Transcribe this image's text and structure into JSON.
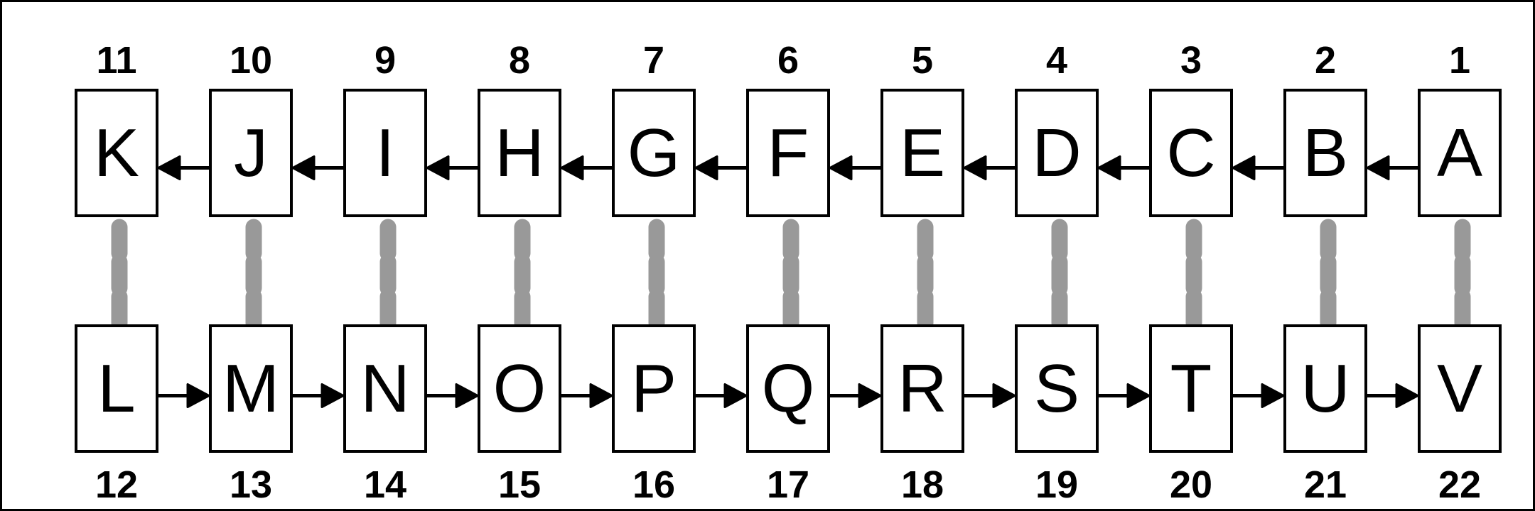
{
  "top_row": [
    {
      "letter": "K",
      "number": "11"
    },
    {
      "letter": "J",
      "number": "10"
    },
    {
      "letter": "I",
      "number": "9"
    },
    {
      "letter": "H",
      "number": "8"
    },
    {
      "letter": "G",
      "number": "7"
    },
    {
      "letter": "F",
      "number": "6"
    },
    {
      "letter": "E",
      "number": "5"
    },
    {
      "letter": "D",
      "number": "4"
    },
    {
      "letter": "C",
      "number": "3"
    },
    {
      "letter": "B",
      "number": "2"
    },
    {
      "letter": "A",
      "number": "1"
    }
  ],
  "bottom_row": [
    {
      "letter": "L",
      "number": "12"
    },
    {
      "letter": "M",
      "number": "13"
    },
    {
      "letter": "N",
      "number": "14"
    },
    {
      "letter": "O",
      "number": "15"
    },
    {
      "letter": "P",
      "number": "16"
    },
    {
      "letter": "Q",
      "number": "17"
    },
    {
      "letter": "R",
      "number": "18"
    },
    {
      "letter": "S",
      "number": "19"
    },
    {
      "letter": "T",
      "number": "20"
    },
    {
      "letter": "U",
      "number": "21"
    },
    {
      "letter": "V",
      "number": "22"
    }
  ],
  "colors": {
    "stroke": "#000000",
    "link": "#999999",
    "background": "#ffffff"
  }
}
